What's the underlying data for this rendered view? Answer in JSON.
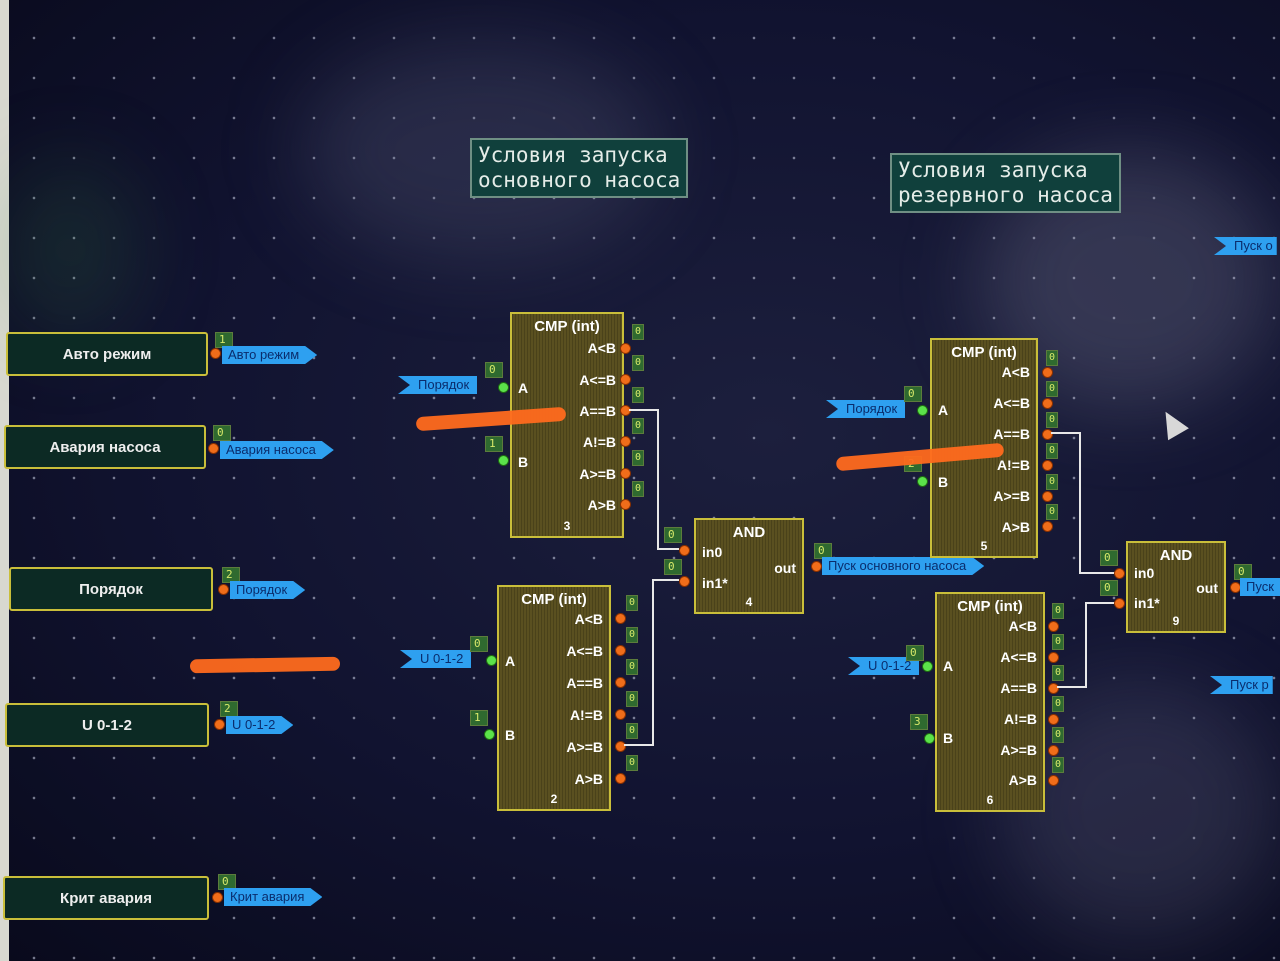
{
  "comments": {
    "main_pump": "Условия запуска\nосновного насоса",
    "reserve_pump": "Условия запуска\nрезервного насоса"
  },
  "inputs": [
    {
      "label": "Авто режим",
      "value": "1",
      "tag": "Авто режим"
    },
    {
      "label": "Авария насоса",
      "value": "0",
      "tag": "Авария насоса"
    },
    {
      "label": "Порядок",
      "value": "2",
      "tag": "Порядок"
    },
    {
      "label": "U 0-1-2",
      "value": "2",
      "tag": "U 0-1-2"
    },
    {
      "label": "Крит авария",
      "value": "0",
      "tag": "Крит авария"
    }
  ],
  "cmp_blocks": [
    {
      "title": "CMP (int)",
      "number": "3",
      "in_a_tag": "Порядок",
      "a_val": "0",
      "b_val": "1",
      "a_label": "A",
      "b_label": "B",
      "outputs": [
        "A<B",
        "A<=B",
        "A==B",
        "A!=B",
        "A>=B",
        "A>B"
      ]
    },
    {
      "title": "CMP (int)",
      "number": "2",
      "in_a_tag": "U 0-1-2",
      "a_val": "0",
      "b_val": "1",
      "a_label": "A",
      "b_label": "B",
      "outputs": [
        "A<B",
        "A<=B",
        "A==B",
        "A!=B",
        "A>=B",
        "A>B"
      ]
    },
    {
      "title": "CMP (int)",
      "number": "5",
      "in_a_tag": "Порядок",
      "a_val": "0",
      "b_val": "2",
      "a_label": "A",
      "b_label": "B",
      "outputs": [
        "A<B",
        "A<=B",
        "A==B",
        "A!=B",
        "A>=B",
        "A>B"
      ]
    },
    {
      "title": "CMP (int)",
      "number": "6",
      "in_a_tag": "U 0-1-2",
      "a_val": "0",
      "b_val": "3",
      "a_label": "A",
      "b_label": "B",
      "outputs": [
        "A<B",
        "A<=B",
        "A==B",
        "A!=B",
        "A>=B",
        "A>B"
      ]
    }
  ],
  "and_blocks": [
    {
      "title": "AND",
      "number": "4",
      "in0": "in0",
      "in1": "in1*",
      "out": "out",
      "in0_val": "0",
      "in1_val": "0",
      "out_val": "0",
      "out_tag": "Пуск основного насоса"
    },
    {
      "title": "AND",
      "number": "9",
      "in0": "in0",
      "in1": "in1*",
      "out": "out",
      "in0_val": "0",
      "in1_val": "0",
      "out_val": "0",
      "out_tag": "Пуск"
    }
  ],
  "right_tags": [
    "Пуск о",
    "Пуск р"
  ],
  "zero": "0"
}
